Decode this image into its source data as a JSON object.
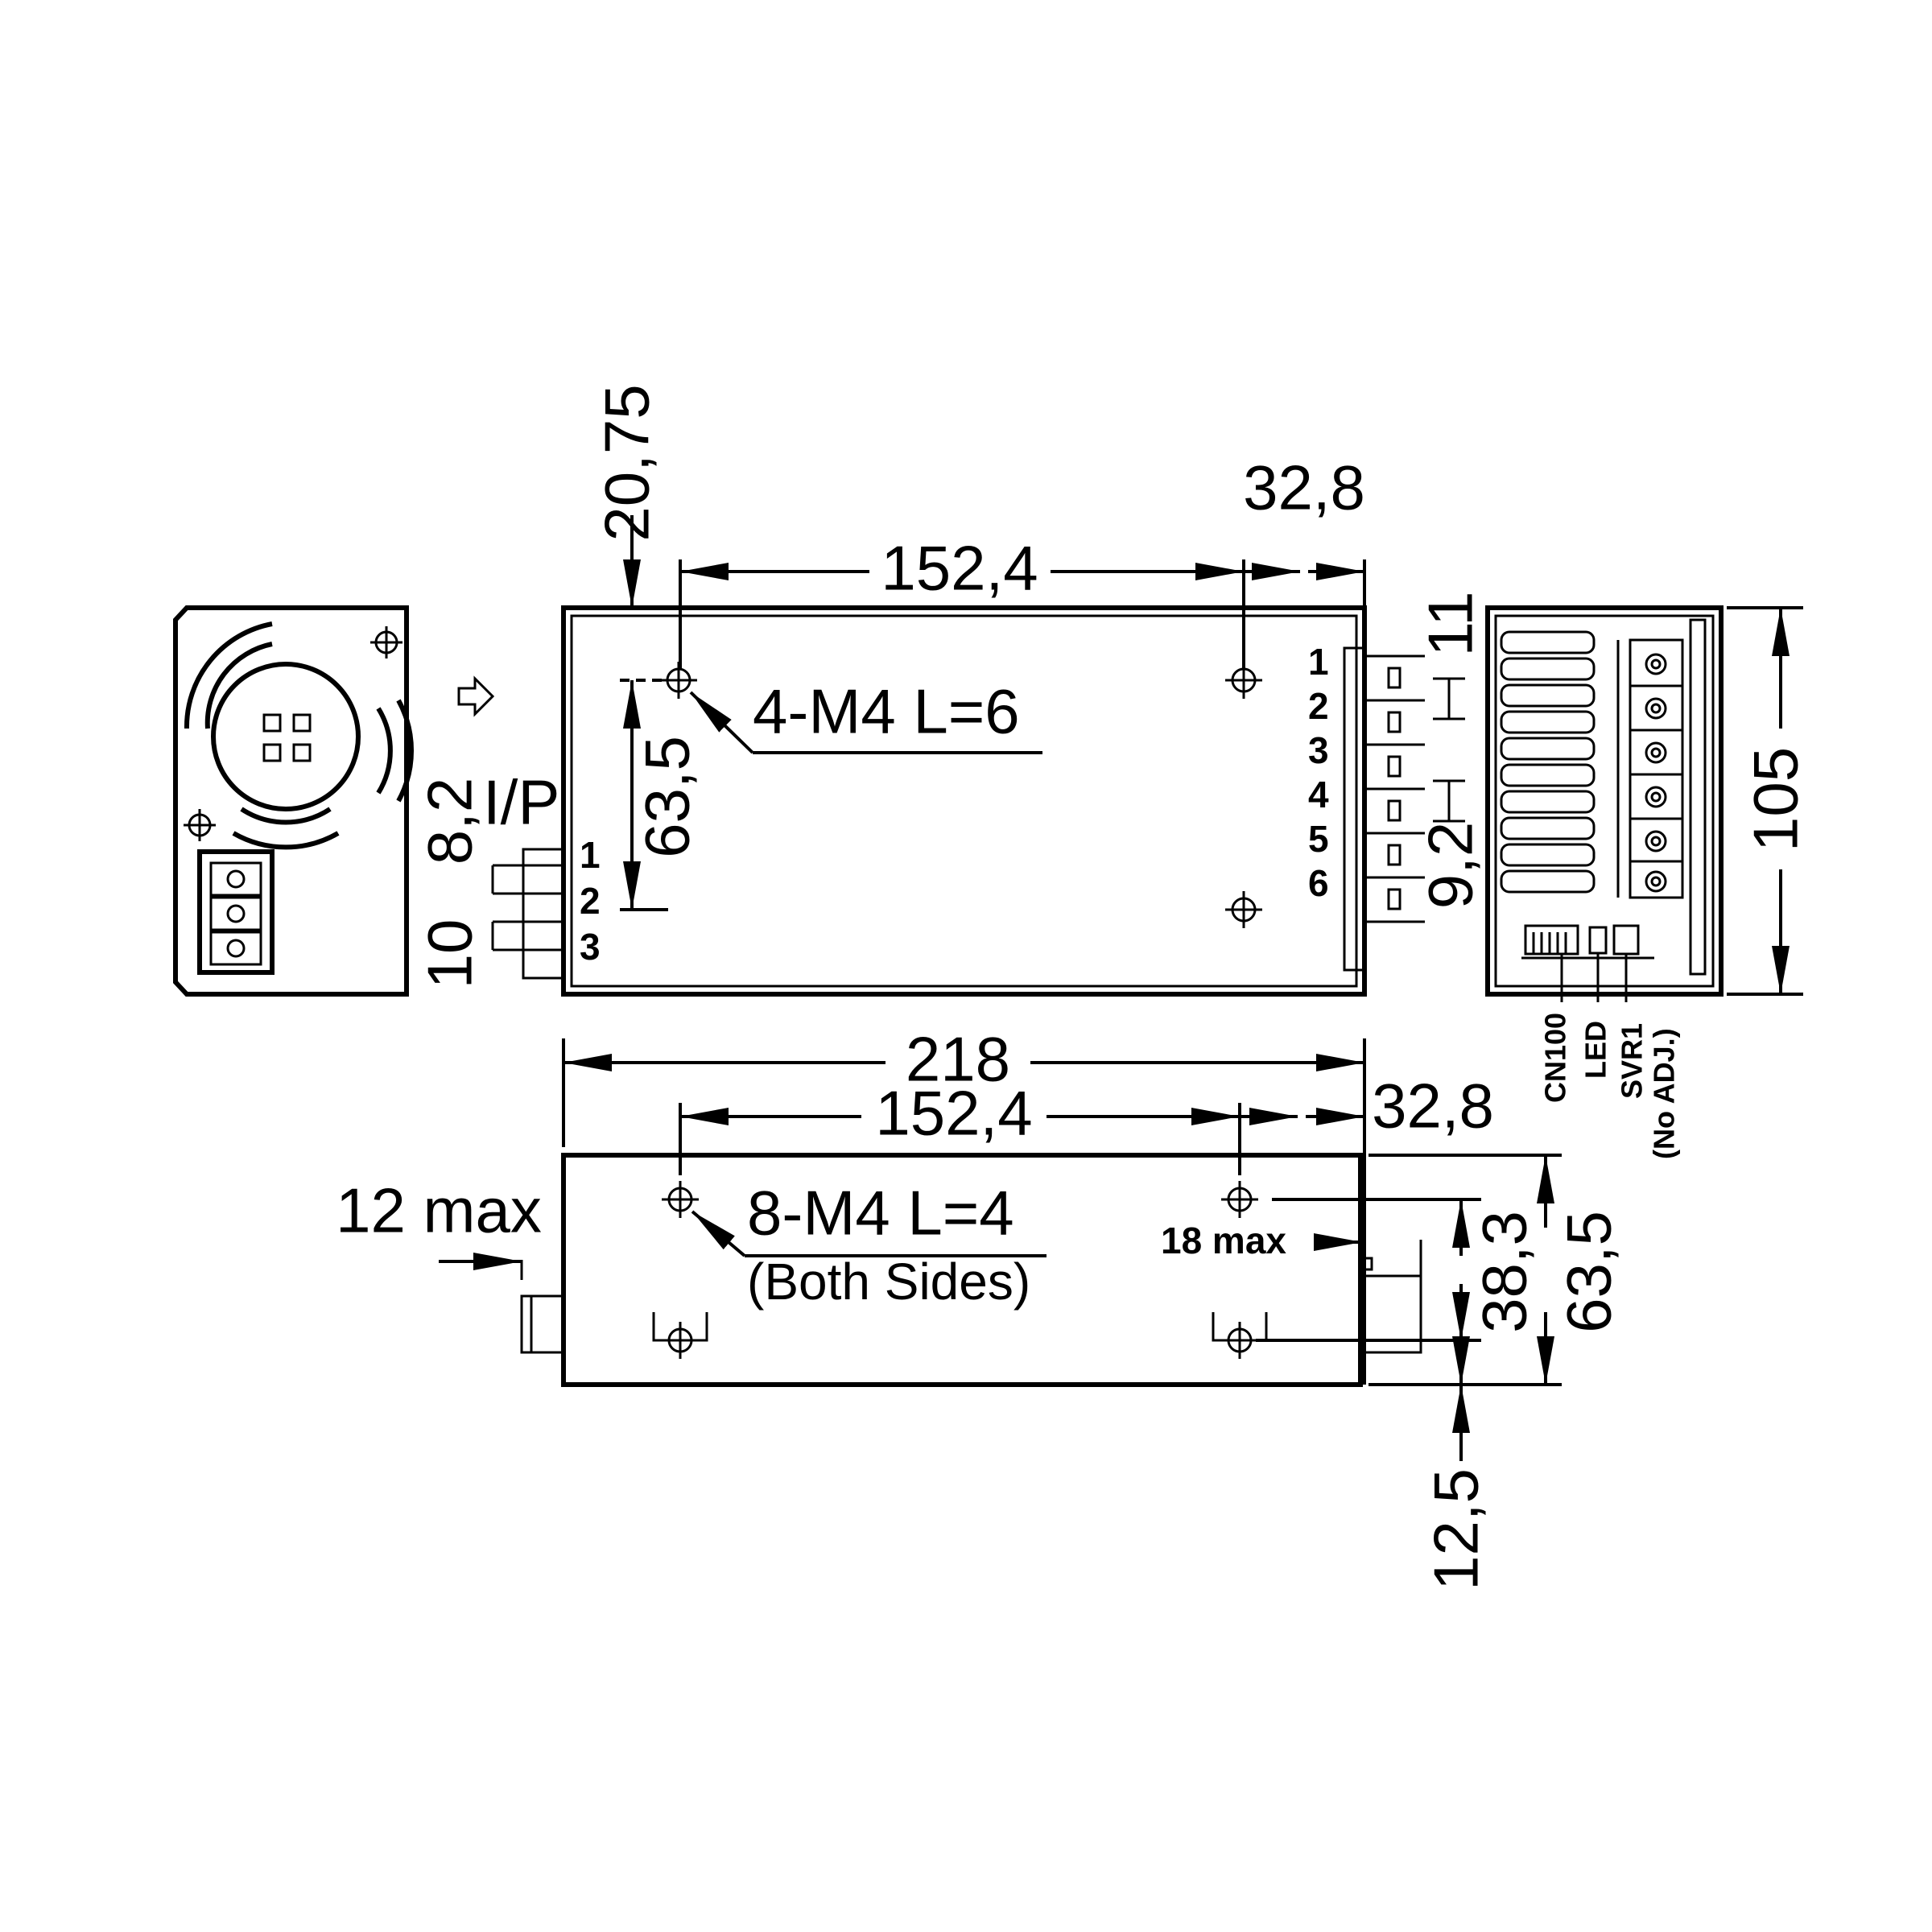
{
  "top_view": {
    "dim_width_holes": "152,4",
    "dim_right_offset": "32,8",
    "dim_top_offset": "20,75",
    "dim_hole_vertical": "63,5",
    "mount_label": "4-M4 L=6",
    "input_label": "I/P",
    "input_dim_a": "8,2",
    "input_dim_b": "10",
    "input_pins": [
      "1",
      "2",
      "3"
    ],
    "output_pins": [
      "1",
      "2",
      "3",
      "4",
      "5",
      "6"
    ],
    "output_dim_top": "11",
    "output_dim_pitch": "9,2"
  },
  "right_view": {
    "height_dim": "105",
    "labels": [
      "CN100",
      "LED",
      "SVR1",
      "(No ADJ.)"
    ]
  },
  "bottom_view": {
    "overall_length": "218",
    "hole_spacing": "152,4",
    "right_offset": "32,8",
    "left_protrusion": "12 max",
    "mount_label": "8-M4 L=4",
    "mount_sub": "(Both Sides)",
    "right_protrusion": "18 max",
    "hole_height": "38,3",
    "total_height": "63,5",
    "bottom_offset": "12,5"
  }
}
